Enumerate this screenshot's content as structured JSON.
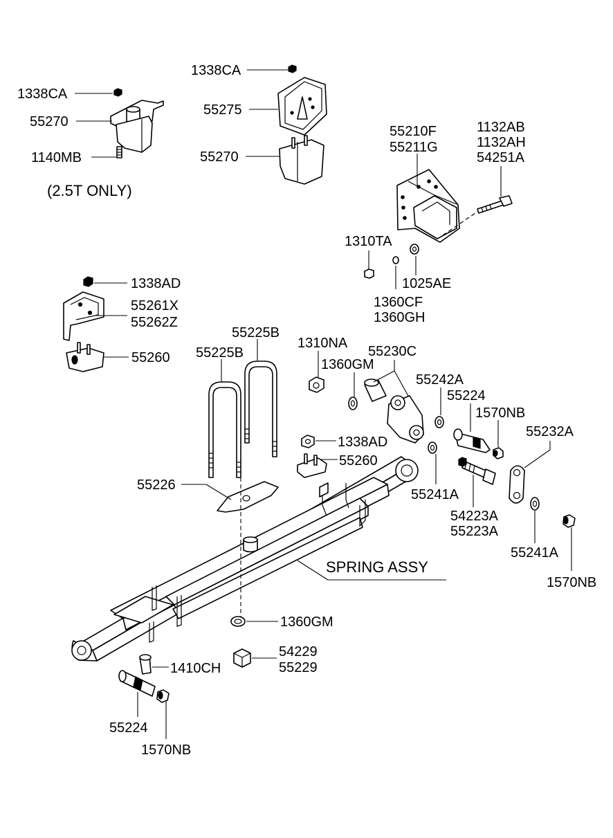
{
  "labels": {
    "1338CA_a": "1338CA",
    "55270_a": "55270",
    "1140MB": "1140MB",
    "note": "(2.5T ONLY)",
    "1338CA_b": "1338CA",
    "55275": "55275",
    "55270_b": "55270",
    "55210F": "55210F",
    "55211G": "55211G",
    "1132AB": "1132AB",
    "1132AH": "1132AH",
    "54251A": "54251A",
    "1310TA": "1310TA",
    "1025AE": "1025AE",
    "1360CF": "1360CF",
    "1360GH": "1360GH",
    "1338AD_a": "1338AD",
    "55261X": "55261X",
    "55262Z": "55262Z",
    "55260_a": "55260",
    "55225B_a": "55225B",
    "55225B_b": "55225B",
    "1310NA": "1310NA",
    "1360GM_a": "1360GM",
    "55230C": "55230C",
    "55242A": "55242A",
    "55224_a": "55224",
    "1570NB_a": "1570NB",
    "55232A": "55232A",
    "1338AD_b": "1338AD",
    "55260_b": "55260",
    "55226": "55226",
    "55241A_a": "55241A",
    "54223A": "54223A",
    "55223A": "55223A",
    "55241A_b": "55241A",
    "1570NB_b": "1570NB",
    "spring_assy": "SPRING ASSY",
    "1360GM_b": "1360GM",
    "54229": "54229",
    "55229": "55229",
    "1410CH": "1410CH",
    "55224_b": "55224",
    "1570NB_c": "1570NB"
  }
}
